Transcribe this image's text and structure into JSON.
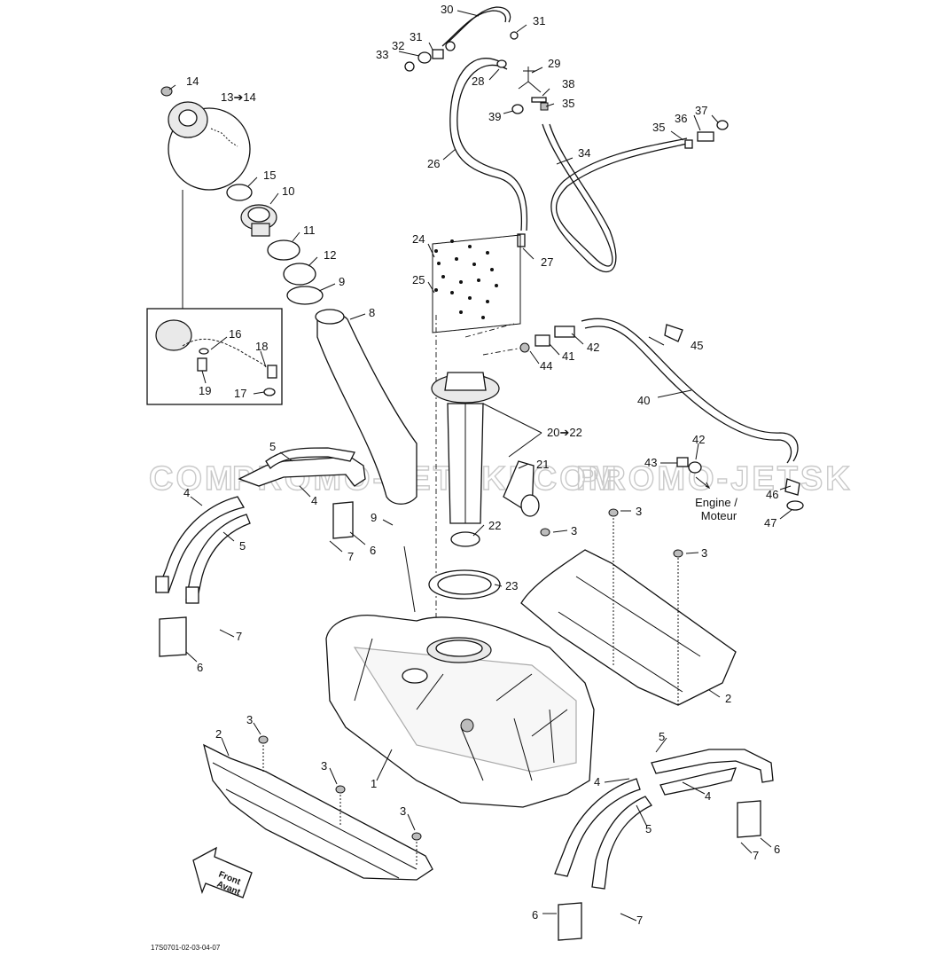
{
  "watermark": {
    "left": "COM",
    "mid": "PROMO-JETSKI.COM",
    "right": "PROMO-JETSK"
  },
  "drawing_code": "17S0701-02-03-04-07",
  "engine_label": {
    "line1": "Engine /",
    "line2": "Moteur"
  },
  "front_arrow": {
    "line1": "Front",
    "line2": "Avant"
  },
  "callouts": {
    "c30": "30",
    "c31a": "31",
    "c31b": "31",
    "c32": "32",
    "c33": "33",
    "c29": "29",
    "c28": "28",
    "c38": "38",
    "c39": "39",
    "c35a": "35",
    "c35b": "35",
    "c36": "36",
    "c37": "37",
    "c34": "34",
    "c26": "26",
    "c27": "27",
    "c24": "24",
    "c25": "25",
    "c14": "14",
    "c13": "13➔14",
    "c15": "15",
    "c10": "10",
    "c11": "11",
    "c12": "12",
    "c9a": "9",
    "c8": "8",
    "c16": "16",
    "c18": "18",
    "c19": "19",
    "c17": "17",
    "c42a": "42",
    "c41": "41",
    "c44": "44",
    "c45": "45",
    "c40": "40",
    "c20": "20➔22",
    "c21": "21",
    "c42b": "42",
    "c43": "43",
    "c46": "46",
    "c47": "47",
    "c5a": "5",
    "c4a": "4",
    "c4b": "4",
    "c5b": "5",
    "c6a": "6",
    "c7a": "7",
    "c9b": "9",
    "c22": "22",
    "c3a": "3",
    "c3b": "3",
    "c3c": "3",
    "c23": "23",
    "c7b": "7",
    "c6b": "6",
    "c2a": "2",
    "c1": "1",
    "c3d": "3",
    "c2b": "2",
    "c3e": "3",
    "c3f": "3",
    "c5c": "5",
    "c4c": "4",
    "c4d": "4",
    "c5d": "5",
    "c7c": "7",
    "c6c": "6",
    "c6d": "6",
    "c7d": "7"
  }
}
